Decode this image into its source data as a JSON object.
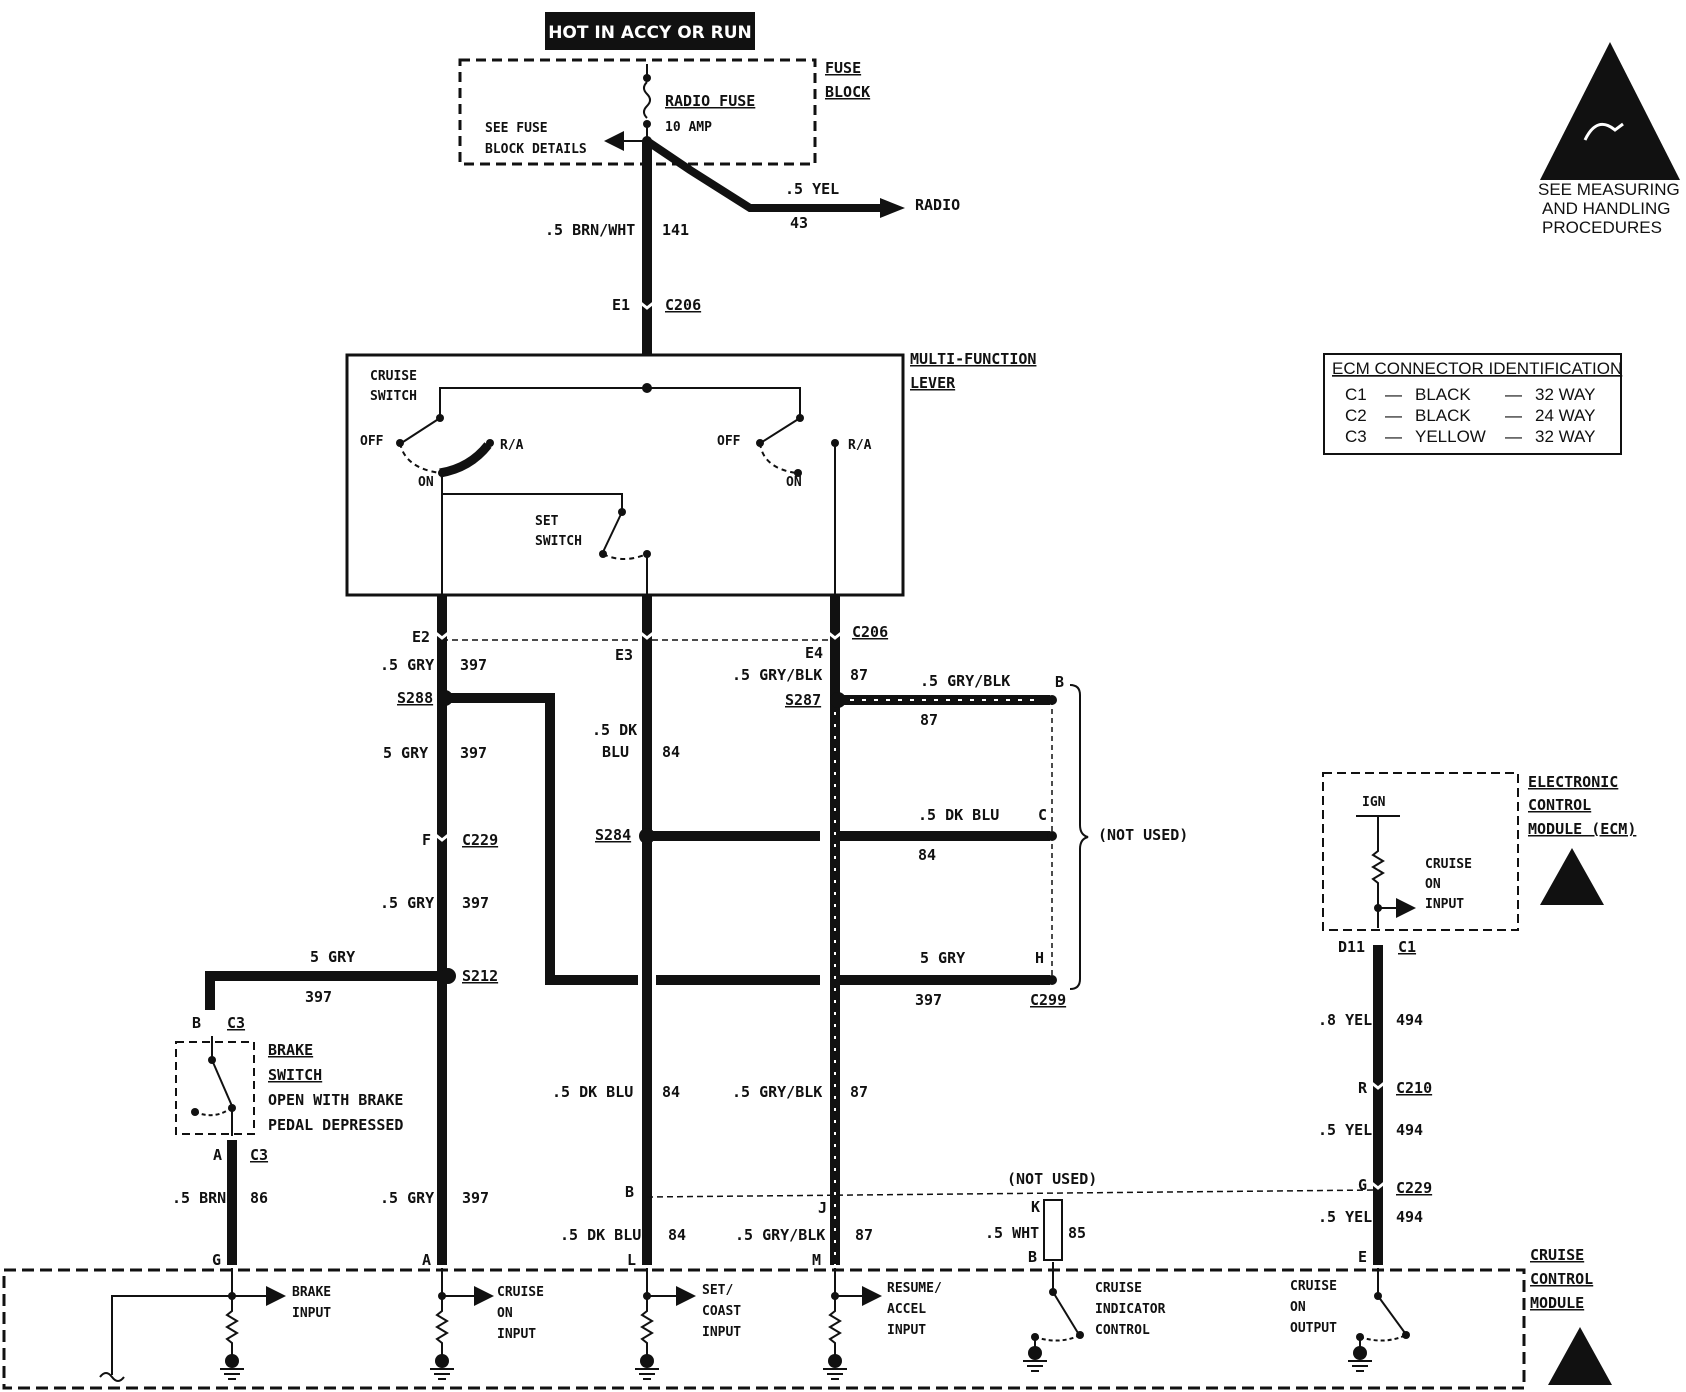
{
  "power": {
    "title": "HOT IN ACCY OR RUN"
  },
  "fuse_block": {
    "name_line1": "FUSE",
    "name_line2": "BLOCK",
    "fuse_name": "RADIO FUSE",
    "fuse_rating": "10 AMP",
    "details_line1": "SEE FUSE",
    "details_line2": "BLOCK DETAILS"
  },
  "radio_wire": {
    "size_color": ".5 YEL",
    "circuit": "43",
    "dest": "RADIO"
  },
  "main_feed": {
    "size_color": ".5 BRN/WHT",
    "circuit": "141",
    "pin": "E1",
    "connector": "C206"
  },
  "esd_note": {
    "line1": "SEE MEASURING",
    "line2": "AND HANDLING",
    "line3": "PROCEDURES"
  },
  "ecm_connector_id": {
    "title": "ECM CONNECTOR IDENTIFICATION",
    "rows": [
      {
        "conn": "C1",
        "dash1": "—",
        "color": "BLACK",
        "dash2": "—",
        "ways": "32 WAY"
      },
      {
        "conn": "C2",
        "dash1": "—",
        "color": "BLACK",
        "dash2": "—",
        "ways": "24 WAY"
      },
      {
        "conn": "C3",
        "dash1": "—",
        "color": "YELLOW",
        "dash2": "—",
        "ways": "32 WAY"
      }
    ]
  },
  "mfl": {
    "name_line1": "MULTI-FUNCTION",
    "name_line2": "LEVER",
    "cruise_switch_1": "CRUISE",
    "cruise_switch_2": "SWITCH",
    "off": "OFF",
    "ra": "R/A",
    "on": "ON",
    "set_switch_1": "SET",
    "set_switch_2": "SWITCH"
  },
  "wires": {
    "e2": "E2",
    "e3": "E3",
    "e4": "E4",
    "c206": "C206",
    "gry397_a": ".5 GRY",
    "c397": "397",
    "s288": "S288",
    "gry397_b": "5 GRY",
    "dkblu_1": ".5 DK",
    "dkblu_2": "BLU",
    "c84": "84",
    "gryblk_a": ".5 GRY/BLK",
    "c87": "87",
    "s287": "S287",
    "gryblk_b": ".5 GRY/BLK",
    "pin_b": "B",
    "s284": "S284",
    "dkblu_b": ".5 DK BLU",
    "pin_c": "C",
    "not_used": "(NOT USED)",
    "f": "F",
    "c229": "C229",
    "gry_c": ".5 GRY",
    "gry_d": "5 GRY",
    "s212": "S212",
    "gry_e": "5 GRY",
    "pin_h": "H",
    "c299": "C299",
    "pin_b_brake": "B",
    "c3": "C3",
    "dkblu_c": ".5 DK BLU",
    "gryblk_c": ".5 GRY/BLK",
    "pin_a_brake": "A",
    "brn": ".5 BRN",
    "c86": "86",
    "gry_f": ".5 GRY",
    "pin_b2": "B",
    "pin_j": "J",
    "pin_k": "K",
    "not_used_b": "(NOT USED)",
    "wht": ".5 WHT",
    "c85": "85",
    "dkblu_d": ".5 DK BLU",
    "gryblk_d": ".5 GRY/BLK",
    "pin_g": "G",
    "pin_a2": "A",
    "pin_l": "L",
    "pin_m": "M",
    "pin_b3": "B",
    "pin_e": "E",
    "d11": "D11",
    "c1": "C1",
    "yel_a": ".8 YEL",
    "c494": "494",
    "pin_r": "R",
    "c210": "C210",
    "yel_b": ".5 YEL",
    "pin_g2": "G",
    "c229b": "C229",
    "yel_c": ".5 YEL"
  },
  "brake_switch": {
    "name_line1": "BRAKE",
    "name_line2": "SWITCH",
    "note_line1": "OPEN WITH BRAKE",
    "note_line2": "PEDAL DEPRESSED"
  },
  "ecm": {
    "name_line1": "ELECTRONIC",
    "name_line2": "CONTROL",
    "name_line3": "MODULE (ECM)",
    "ign": "IGN",
    "input_line1": "CRUISE",
    "input_line2": "ON",
    "input_line3": "INPUT"
  },
  "ccm": {
    "name_line1": "CRUISE",
    "name_line2": "CONTROL",
    "name_line3": "MODULE",
    "brake_1": "BRAKE",
    "brake_2": "INPUT",
    "cruise_on_1": "CRUISE",
    "cruise_on_2": "ON",
    "cruise_on_3": "INPUT",
    "setcoast_1": "SET/",
    "setcoast_2": "COAST",
    "setcoast_3": "INPUT",
    "resume_1": "RESUME/",
    "resume_2": "ACCEL",
    "resume_3": "INPUT",
    "indicator_1": "CRUISE",
    "indicator_2": "INDICATOR",
    "indicator_3": "CONTROL",
    "output_1": "CRUISE",
    "output_2": "ON",
    "output_3": "OUTPUT"
  }
}
